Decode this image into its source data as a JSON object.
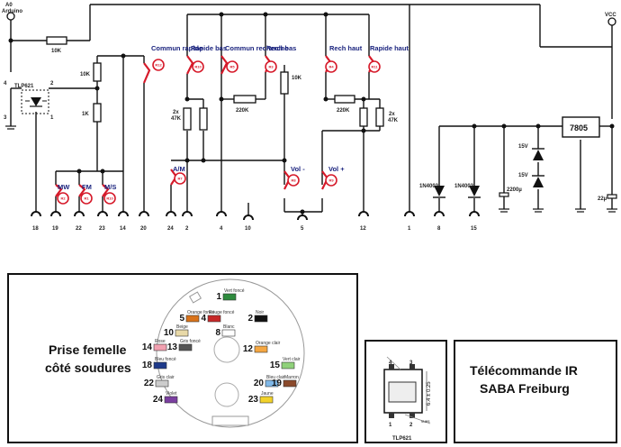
{
  "title": {
    "line1": "Télécommande IR",
    "line2": "SABA Freiburg"
  },
  "connector_label": {
    "line1": "Prise femelle",
    "line2": "côté soudures"
  },
  "top_left": {
    "line1": "A0",
    "line2": "Arduino"
  },
  "vcc": "VCC",
  "optocoupler": "TLP621",
  "optocoupler_pins": [
    "4",
    "2",
    "3",
    "1"
  ],
  "resistors": {
    "r_top": "10K",
    "r_a": "10K",
    "r_b": "1K",
    "r_rech_bas": "220K",
    "r_vol": "10K",
    "r_rech_haut": "220K",
    "pair_left": {
      "line1": "2x",
      "line2": "47K"
    },
    "pair_right": {
      "line1": "2x",
      "line2": "47K"
    }
  },
  "regulator": "7805",
  "diodes": [
    "1N4002",
    "1N4002"
  ],
  "zeners": [
    "15V",
    "15V"
  ],
  "capacitors": [
    "2200µ",
    "22µ"
  ],
  "switches": [
    {
      "label": "Commun rapide",
      "id": "R12"
    },
    {
      "label": "Rapide bas",
      "id": "R10"
    },
    {
      "label": "Commun recherche",
      "id": "R5"
    },
    {
      "label": "Rech bas",
      "id": "R3"
    },
    {
      "label": "Rech haut",
      "id": "R4"
    },
    {
      "label": "Rapide haut",
      "id": "R11"
    },
    {
      "label": "A/M",
      "id": "R7"
    },
    {
      "label": "Vol -",
      "id": "R8"
    },
    {
      "label": "Vol +",
      "id": "R9"
    },
    {
      "label": "MW",
      "id": "R2"
    },
    {
      "label": "FM",
      "id": "R1"
    },
    {
      "label": "M/S",
      "id": "R10"
    }
  ],
  "pins": [
    "18",
    "19",
    "22",
    "23",
    "14",
    "20",
    "24",
    "2",
    "4",
    "10",
    "5",
    "12",
    "1",
    "8",
    "15"
  ],
  "contacts": [
    {
      "num": "1",
      "name": "Vert foncé",
      "color": "#2e8b3d"
    },
    {
      "num": "5",
      "name": "Orange foncé",
      "color": "#d9731a"
    },
    {
      "num": "4",
      "name": "Rouge foncé",
      "color": "#c62828"
    },
    {
      "num": "2",
      "name": "Noir",
      "color": "#111111"
    },
    {
      "num": "8",
      "name": "Blanc",
      "color": "#ffffff"
    },
    {
      "num": "10",
      "name": "Beige",
      "color": "#e8d9a8"
    },
    {
      "num": "14",
      "name": "Rose",
      "color": "#f2a0b0"
    },
    {
      "num": "13",
      "name": "Gris foncé",
      "color": "#555555"
    },
    {
      "num": "12",
      "name": "Orange clair",
      "color": "#f5a742"
    },
    {
      "num": "18",
      "name": "Bleu foncé",
      "color": "#1e3a8a"
    },
    {
      "num": "15",
      "name": "Vert clair",
      "color": "#8fd17a"
    },
    {
      "num": "22",
      "name": "Gris clair",
      "color": "#cccccc"
    },
    {
      "num": "20",
      "name": "Bleu clair",
      "color": "#7fb8e8"
    },
    {
      "num": "19",
      "name": "Marron",
      "color": "#8b4a2b"
    },
    {
      "num": "24",
      "name": "Violet",
      "color": "#7b3fa0"
    },
    {
      "num": "23",
      "name": "Jaune",
      "color": "#f2d22a"
    }
  ],
  "package": {
    "name": "TLP621",
    "dimension": "6.4 ± 0.25",
    "pins_top": [
      "4",
      "3"
    ],
    "pins_bottom": [
      "1",
      "2"
    ],
    "view": "vues"
  }
}
